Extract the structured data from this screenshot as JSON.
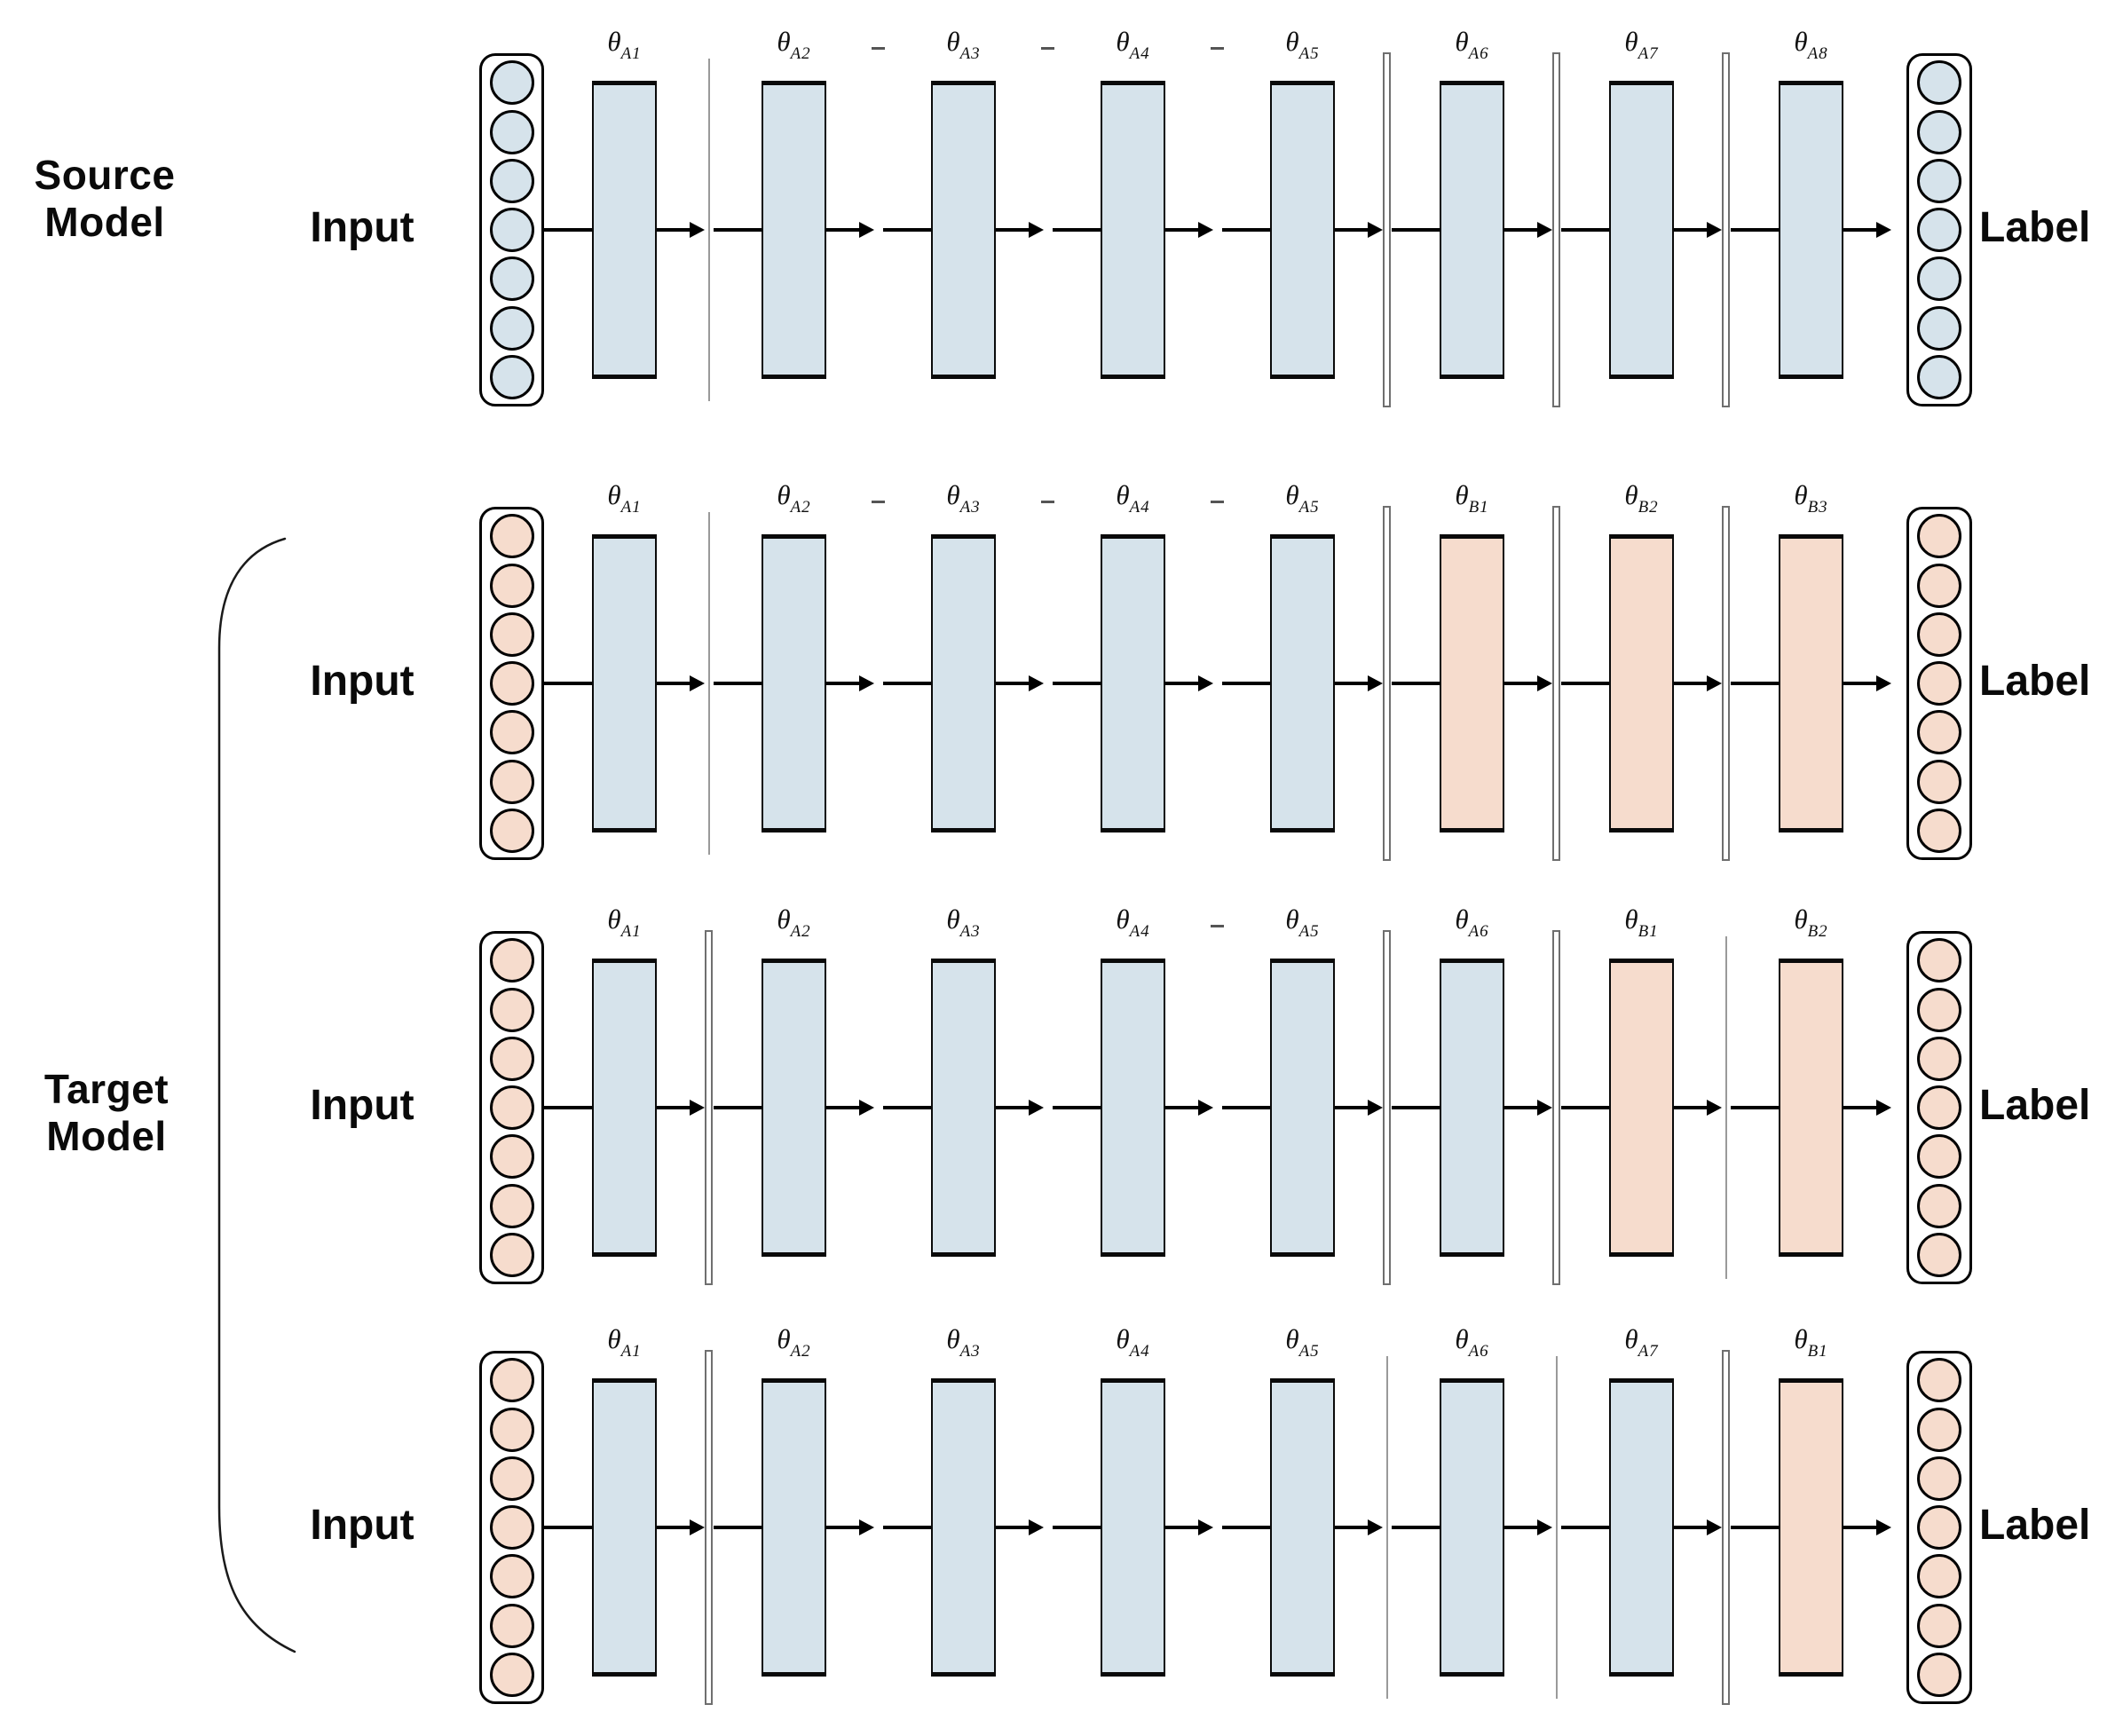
{
  "source_model": {
    "line1": "Source",
    "line2": "Model"
  },
  "target_model": {
    "line1": "Target",
    "line2": "Model"
  },
  "symbols": {
    "theta": "θ"
  },
  "colors": {
    "layer_a_fill": "#d6e3eb",
    "layer_b_fill": "#f6dccd",
    "node_blue_fill": "#d6e3eb",
    "node_pink_fill": "#f6dccd",
    "stroke": "#000000",
    "separator_line": "#9a9a9a"
  },
  "rows": [
    {
      "id": "source-row",
      "input_label": "Input",
      "output_label": "Label",
      "node_color": "blue",
      "input_units": 7,
      "output_units": 7,
      "layers": [
        {
          "subscript": "A1",
          "group": "A"
        },
        {
          "subscript": "A2",
          "group": "A"
        },
        {
          "subscript": "A3",
          "group": "A"
        },
        {
          "subscript": "A4",
          "group": "A"
        },
        {
          "subscript": "A5",
          "group": "A"
        },
        {
          "subscript": "A6",
          "group": "A"
        },
        {
          "subscript": "A7",
          "group": "A"
        },
        {
          "subscript": "A8",
          "group": "A"
        }
      ],
      "separators": [
        "line",
        "dash",
        "dash",
        "dash",
        "bar",
        "bar",
        "bar"
      ]
    },
    {
      "id": "target-row-1",
      "input_label": "Input",
      "output_label": "Label",
      "node_color": "pink",
      "input_units": 7,
      "output_units": 7,
      "layers": [
        {
          "subscript": "A1",
          "group": "A"
        },
        {
          "subscript": "A2",
          "group": "A"
        },
        {
          "subscript": "A3",
          "group": "A"
        },
        {
          "subscript": "A4",
          "group": "A"
        },
        {
          "subscript": "A5",
          "group": "A"
        },
        {
          "subscript": "B1",
          "group": "B"
        },
        {
          "subscript": "B2",
          "group": "B"
        },
        {
          "subscript": "B3",
          "group": "B"
        }
      ],
      "separators": [
        "line",
        "dash",
        "dash",
        "dash",
        "bar",
        "bar",
        "bar"
      ]
    },
    {
      "id": "target-row-2",
      "input_label": "Input",
      "output_label": "Label",
      "node_color": "pink",
      "input_units": 7,
      "output_units": 7,
      "layers": [
        {
          "subscript": "A1",
          "group": "A"
        },
        {
          "subscript": "A2",
          "group": "A"
        },
        {
          "subscript": "A3",
          "group": "A"
        },
        {
          "subscript": "A4",
          "group": "A"
        },
        {
          "subscript": "A5",
          "group": "A"
        },
        {
          "subscript": "A6",
          "group": "A"
        },
        {
          "subscript": "B1",
          "group": "B"
        },
        {
          "subscript": "B2",
          "group": "B"
        }
      ],
      "separators": [
        "bar",
        "none",
        "none",
        "dash",
        "bar",
        "bar",
        "line"
      ]
    },
    {
      "id": "target-row-3",
      "input_label": "Input",
      "output_label": "Label",
      "node_color": "pink",
      "input_units": 7,
      "output_units": 7,
      "layers": [
        {
          "subscript": "A1",
          "group": "A"
        },
        {
          "subscript": "A2",
          "group": "A"
        },
        {
          "subscript": "A3",
          "group": "A"
        },
        {
          "subscript": "A4",
          "group": "A"
        },
        {
          "subscript": "A5",
          "group": "A"
        },
        {
          "subscript": "A6",
          "group": "A"
        },
        {
          "subscript": "A7",
          "group": "A"
        },
        {
          "subscript": "B1",
          "group": "B"
        }
      ],
      "separators": [
        "bar",
        "none",
        "none",
        "none",
        "line",
        "line",
        "bar"
      ]
    }
  ]
}
